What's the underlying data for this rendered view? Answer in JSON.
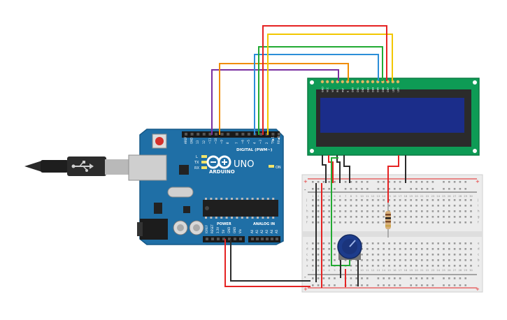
{
  "arduino": {
    "brand": "ARDUINO",
    "model": "UNO",
    "digital_label": "DIGITAL (PWM~)",
    "power_label": "POWER",
    "analog_label": "ANALOG IN",
    "on_label": "ON",
    "tx_label": "TX",
    "rx_label": "RX",
    "l_label": "L",
    "digital_pins": [
      "AREF",
      "GND",
      "13",
      "12",
      "~11",
      "~10",
      "~9",
      "8",
      "7",
      "~6",
      "~5",
      "4",
      "~3",
      "2",
      "TX▶1",
      "RX◀0"
    ],
    "power_pins": [
      "IOREF",
      "RESET",
      "3.3V",
      "5V",
      "GND",
      "GND",
      "Vin"
    ],
    "analog_pins": [
      "A0",
      "A1",
      "A2",
      "A3",
      "A4",
      "A5"
    ]
  },
  "lcd": {
    "pin_labels": [
      "GND",
      "VCC",
      "V0",
      "RS",
      "RW",
      "E",
      "DB0",
      "DB1",
      "DB2",
      "DB3",
      "DB4",
      "DB5",
      "DB6",
      "DB7",
      "LED",
      "LED"
    ]
  },
  "breadboard": {
    "columns": [
      "1",
      "2",
      "3",
      "4",
      "5",
      "6",
      "7",
      "8",
      "9",
      "10",
      "11",
      "12",
      "13",
      "14",
      "15",
      "16",
      "17",
      "18",
      "19",
      "20",
      "21",
      "22",
      "23",
      "24",
      "25",
      "26",
      "27",
      "28",
      "29",
      "30"
    ],
    "rows_top": [
      "j",
      "i",
      "h",
      "g",
      "f"
    ],
    "rows_bottom": [
      "e",
      "d",
      "c",
      "b",
      "a"
    ],
    "rail_plus": "+",
    "rail_minus": "-"
  },
  "colors": {
    "board": "#1f6fa6",
    "lcd_pcb": "#0e9b55",
    "lcd_screen": "#1b2d8a",
    "breadboard": "#ececec",
    "wire_red": "#e52222",
    "wire_black": "#2b2b2b",
    "wire_orange": "#f08c00",
    "wire_purple": "#7a2fa0",
    "wire_yellow": "#f2c700",
    "wire_green": "#22aa33",
    "wire_blue": "#2c8ed8",
    "pot": "#1d3c8c"
  }
}
